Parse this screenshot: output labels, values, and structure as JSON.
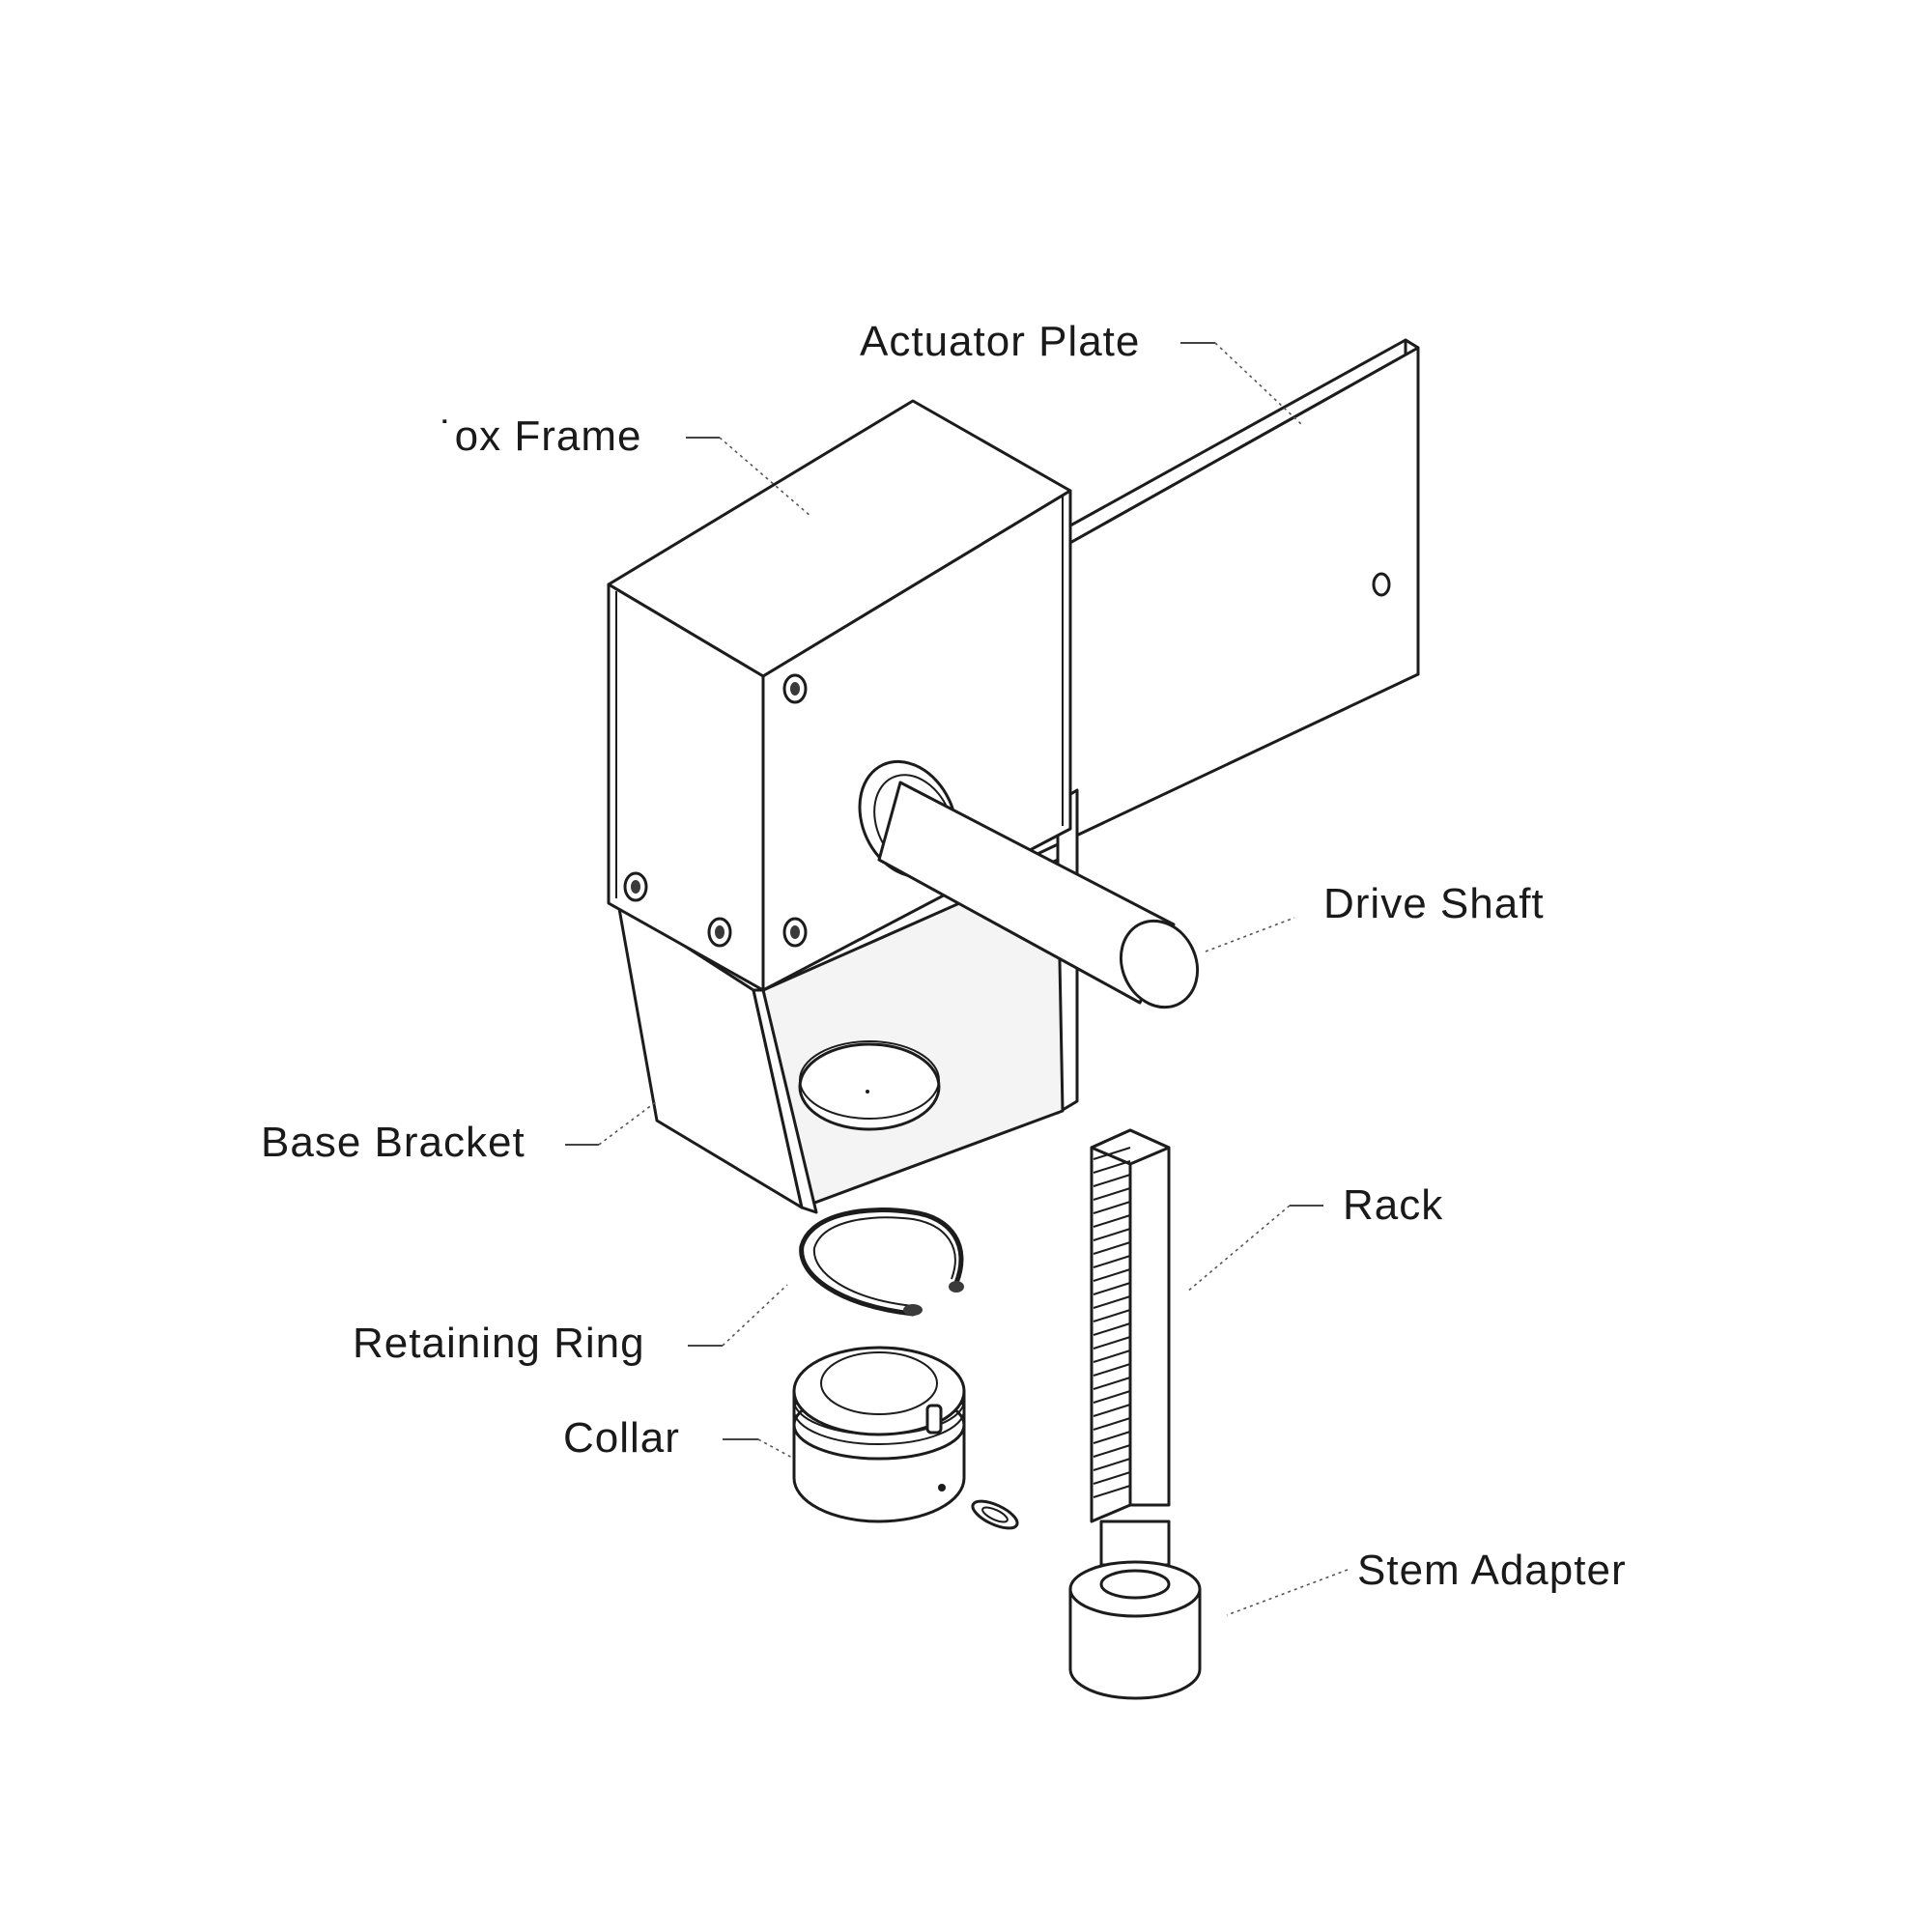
{
  "diagram": {
    "labels": {
      "actuator_plate": "Actuator Plate",
      "box_frame": "˙ox Frame",
      "drive_shaft": "Drive Shaft",
      "base_bracket": "Base Bracket",
      "rack": "Rack",
      "retaining_ring": "Retaining Ring",
      "collar": "Collar",
      "stem_adapter": "Stem Adapter"
    },
    "colors": {
      "line": "#1c1c1c",
      "background": "#ffffff",
      "label": "#1a1a1a"
    }
  }
}
